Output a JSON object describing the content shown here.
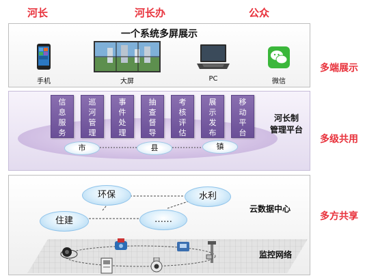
{
  "roles": [
    "河长",
    "河长办",
    "公众"
  ],
  "display": {
    "title": "一个系统多屏展示",
    "devices": [
      "手机",
      "大屏",
      "PC",
      "微信"
    ]
  },
  "platform": {
    "modules": [
      [
        "信",
        "息",
        "服",
        "务"
      ],
      [
        "巡",
        "河",
        "管",
        "理"
      ],
      [
        "事",
        "件",
        "处",
        "理"
      ],
      [
        "抽",
        "查",
        "督",
        "导"
      ],
      [
        "考",
        "核",
        "评",
        "估"
      ],
      [
        "展",
        "示",
        "发",
        "布"
      ],
      [
        "移",
        "动",
        "平",
        "台"
      ]
    ],
    "label_line1": "河长制",
    "label_line2": "管理平台",
    "levels": [
      "市",
      "县",
      "镇"
    ]
  },
  "cloud_center": {
    "nodes": [
      "环保",
      "水利",
      "住建",
      "……"
    ],
    "label": "云数据中心"
  },
  "monitoring": {
    "label": "监控网络"
  },
  "side_labels": [
    "多端展示",
    "多级共用",
    "多方共享"
  ],
  "colors": {
    "accent_red": "#e8323c",
    "module_purple": "#6a4f97"
  }
}
